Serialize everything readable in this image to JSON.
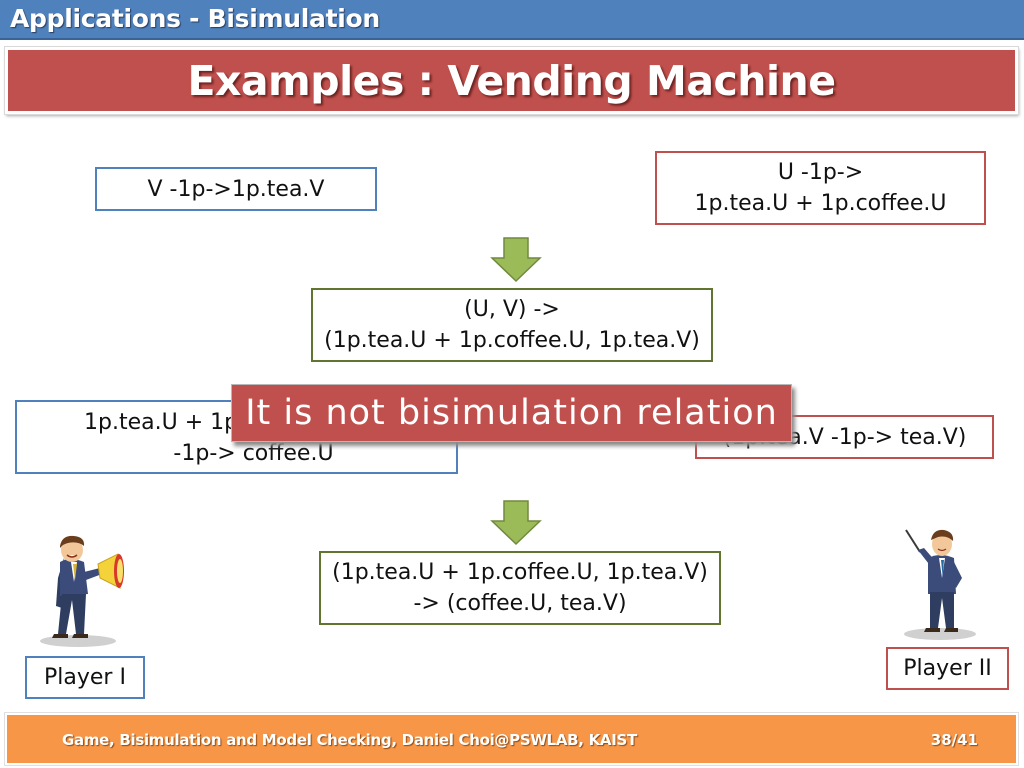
{
  "header": {
    "section_title": "Applications - Bisimulation"
  },
  "slide": {
    "title": "Examples : Vending Machine"
  },
  "boxes": {
    "v_def": [
      "V -1p->1p.tea.V"
    ],
    "u_def": [
      "U -1p->",
      "1p.tea.U + 1p.coffee.U"
    ],
    "uv_step": [
      "(U, V) ->",
      "(1p.tea.U + 1p.coffee.U, 1p.tea.V)"
    ],
    "left_move": [
      "1p.tea.U + 1p.coffee.U",
      "-1p-> coffee.U"
    ],
    "right_move": [
      "(1p.tea.V -1p-> tea.V)"
    ],
    "final_step": [
      "(1p.tea.U + 1p.coffee.U, 1p.tea.V)",
      "-> (coffee.U, tea.V)"
    ]
  },
  "callout": {
    "text": "It is not bisimulation relation"
  },
  "players": {
    "player1": "Player I",
    "player2": "Player II"
  },
  "footer": {
    "text": "Game, Bisimulation and Model Checking, Daniel Choi@PSWLAB, KAIST",
    "page": "38/41"
  },
  "colors": {
    "header_blue": "#4f81bd",
    "title_red": "#c0504d",
    "footer_orange": "#f79646",
    "arrow_green": "#9bbb59"
  }
}
